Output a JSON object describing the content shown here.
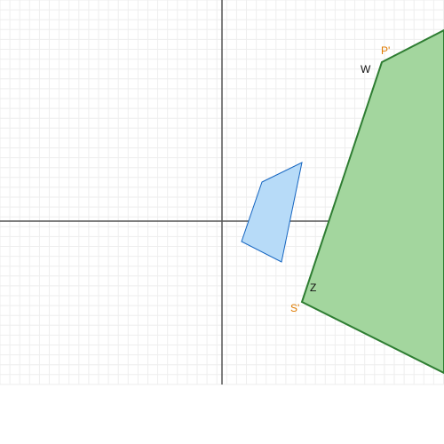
{
  "graph": {
    "colors": {
      "grid_minor": "#eeeeee",
      "axis": "#555555",
      "shape_fill": "#a3d69e",
      "shape_stroke": "#2e7d32",
      "small_fill": "#b7dbf8",
      "small_stroke": "#1565c0",
      "label_orange": "#e07b00",
      "label_black": "#111111"
    },
    "labels": {
      "p_prime": "P'",
      "w": "W",
      "z": "Z",
      "s_prime": "S'"
    }
  }
}
